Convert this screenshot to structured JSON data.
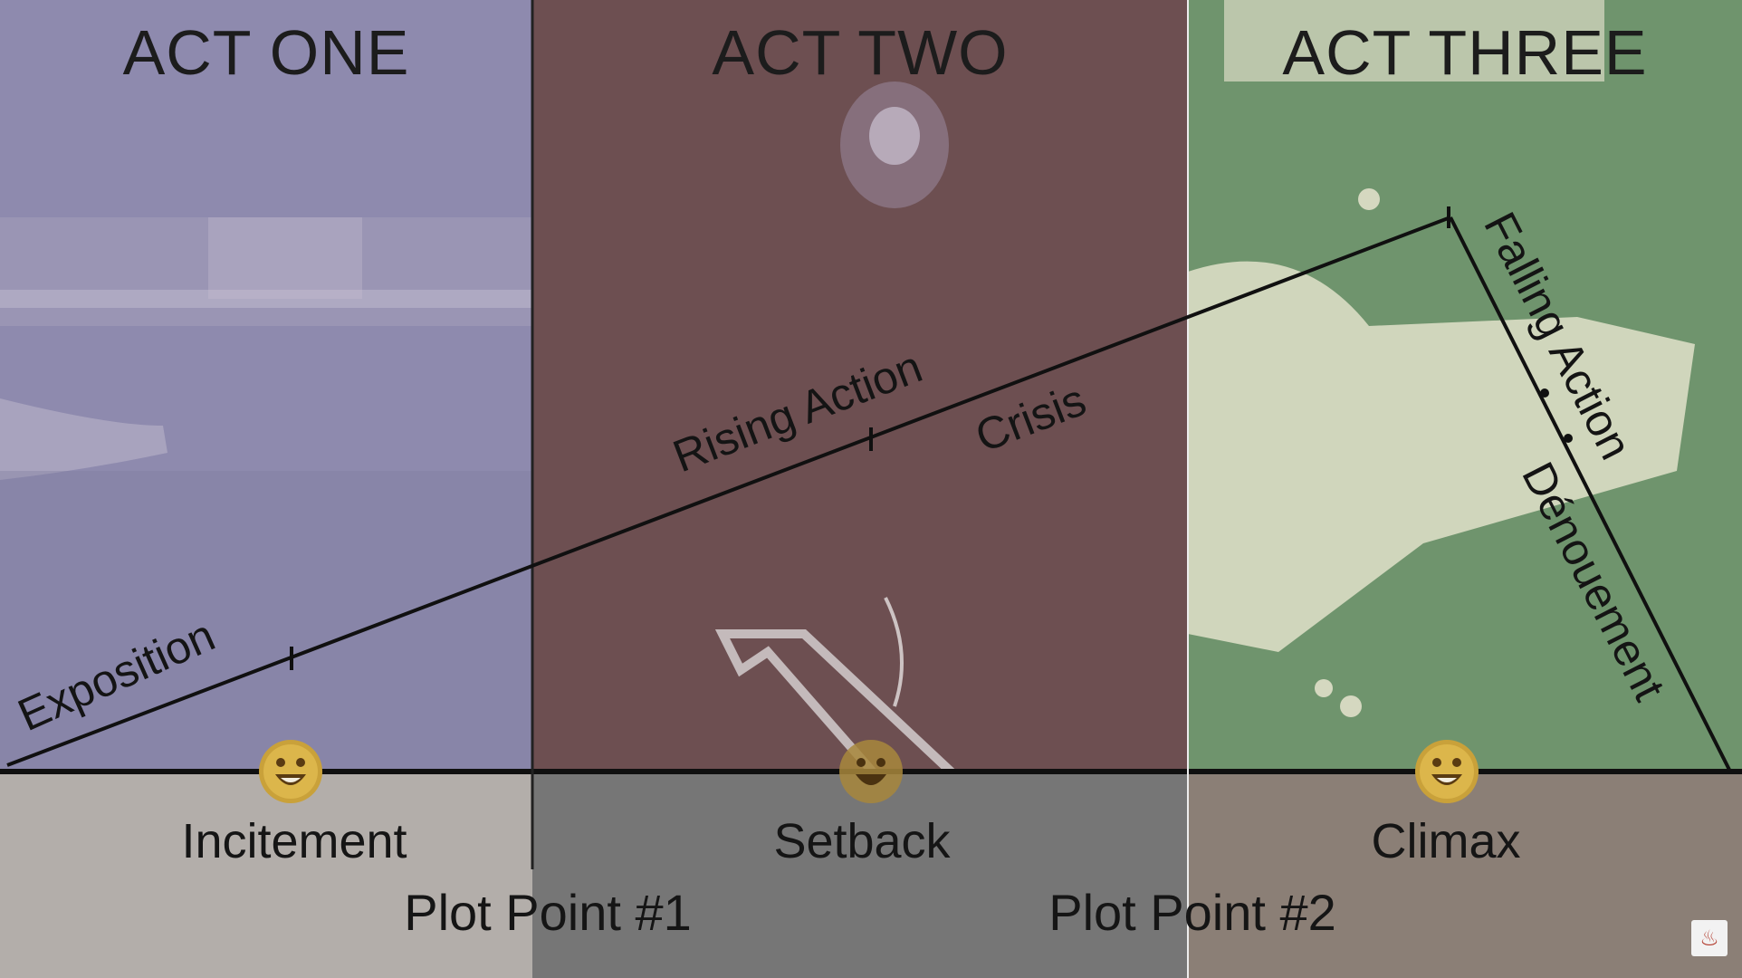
{
  "acts": [
    {
      "title": "ACT ONE",
      "color": "#8e8aae"
    },
    {
      "title": "ACT TWO",
      "color": "#6d4f51"
    },
    {
      "title": "ACT THREE",
      "color": "#6f946d"
    }
  ],
  "arc_labels": {
    "exposition": "Exposition",
    "rising_action": "Rising Action",
    "crisis": "Crisis",
    "falling_action": "Falling Action",
    "denouement": "Dénouement"
  },
  "events": [
    {
      "label": "Incitement"
    },
    {
      "label": "Setback"
    },
    {
      "label": "Climax"
    }
  ],
  "plot_points": [
    {
      "label": "Plot Point #1"
    },
    {
      "label": "Plot Point #2"
    }
  ],
  "colors": {
    "line": "#101010",
    "smiley": "#c9a13a",
    "bottom_left": "#b3aeaa",
    "bottom_mid": "#767676",
    "bottom_right": "#8b7f76"
  }
}
